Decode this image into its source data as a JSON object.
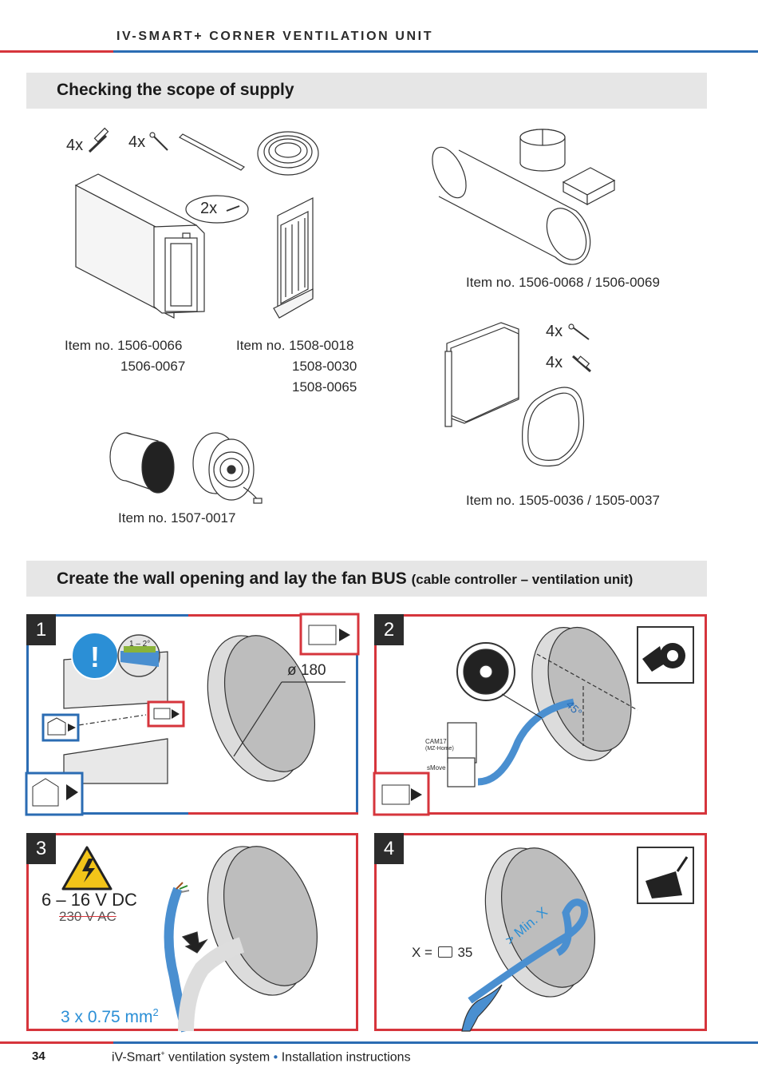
{
  "header": {
    "title": "IV-SMART+ CORNER VENTILATION UNIT"
  },
  "colors": {
    "accent_red": "#d6353c",
    "accent_blue": "#2b6cb3",
    "section_bg": "#e6e6e6",
    "pipe_blue": "#4a8fd0"
  },
  "section1": {
    "title": "Checking the scope of supply",
    "items": {
      "qty_dowels": "4x",
      "qty_screws": "4x",
      "qty_small_screws": "2x",
      "qty_screws_b": "4x",
      "qty_dowels_b": "4x",
      "unit_label_1": "Item no. 1506-0066",
      "unit_label_2": "1506-0067",
      "frame_label_1": "Item no. 1508-0018",
      "frame_label_2": "1508-0030",
      "frame_label_3": "1508-0065",
      "pipe_label": "Item no. 1506-0068 / 1506-0069",
      "cover_label": "Item no. 1505-0036 / 1505-0037",
      "filter_label": "Item no. 1507-0017"
    }
  },
  "section2": {
    "title": "Create the wall opening and lay the fan BUS",
    "title_suffix": "(cable controller – ventilation unit)"
  },
  "steps": {
    "step1": {
      "number": "1",
      "diameter": "ø 180",
      "tilt": "1 – 2°"
    },
    "step2": {
      "number": "2",
      "angle": "45°",
      "label_cam": "CAM17",
      "label_home": "(MZ-Home)",
      "label_smove": "sMove"
    },
    "step3": {
      "number": "3",
      "voltage": "6 – 16 V DC",
      "voltage_struck": "230 V AC",
      "cable_prefix": "3 x 0.75 mm",
      "cable_sup": "2"
    },
    "step4": {
      "number": "4",
      "x_prefix": "X =",
      "x_ref": "35",
      "min_x": "> Min. X"
    }
  },
  "footer": {
    "page": "34",
    "product": "iV-Smart",
    "sup": "+",
    "rest": " ventilation system",
    "sep": " • ",
    "doc": "Installation instructions"
  }
}
